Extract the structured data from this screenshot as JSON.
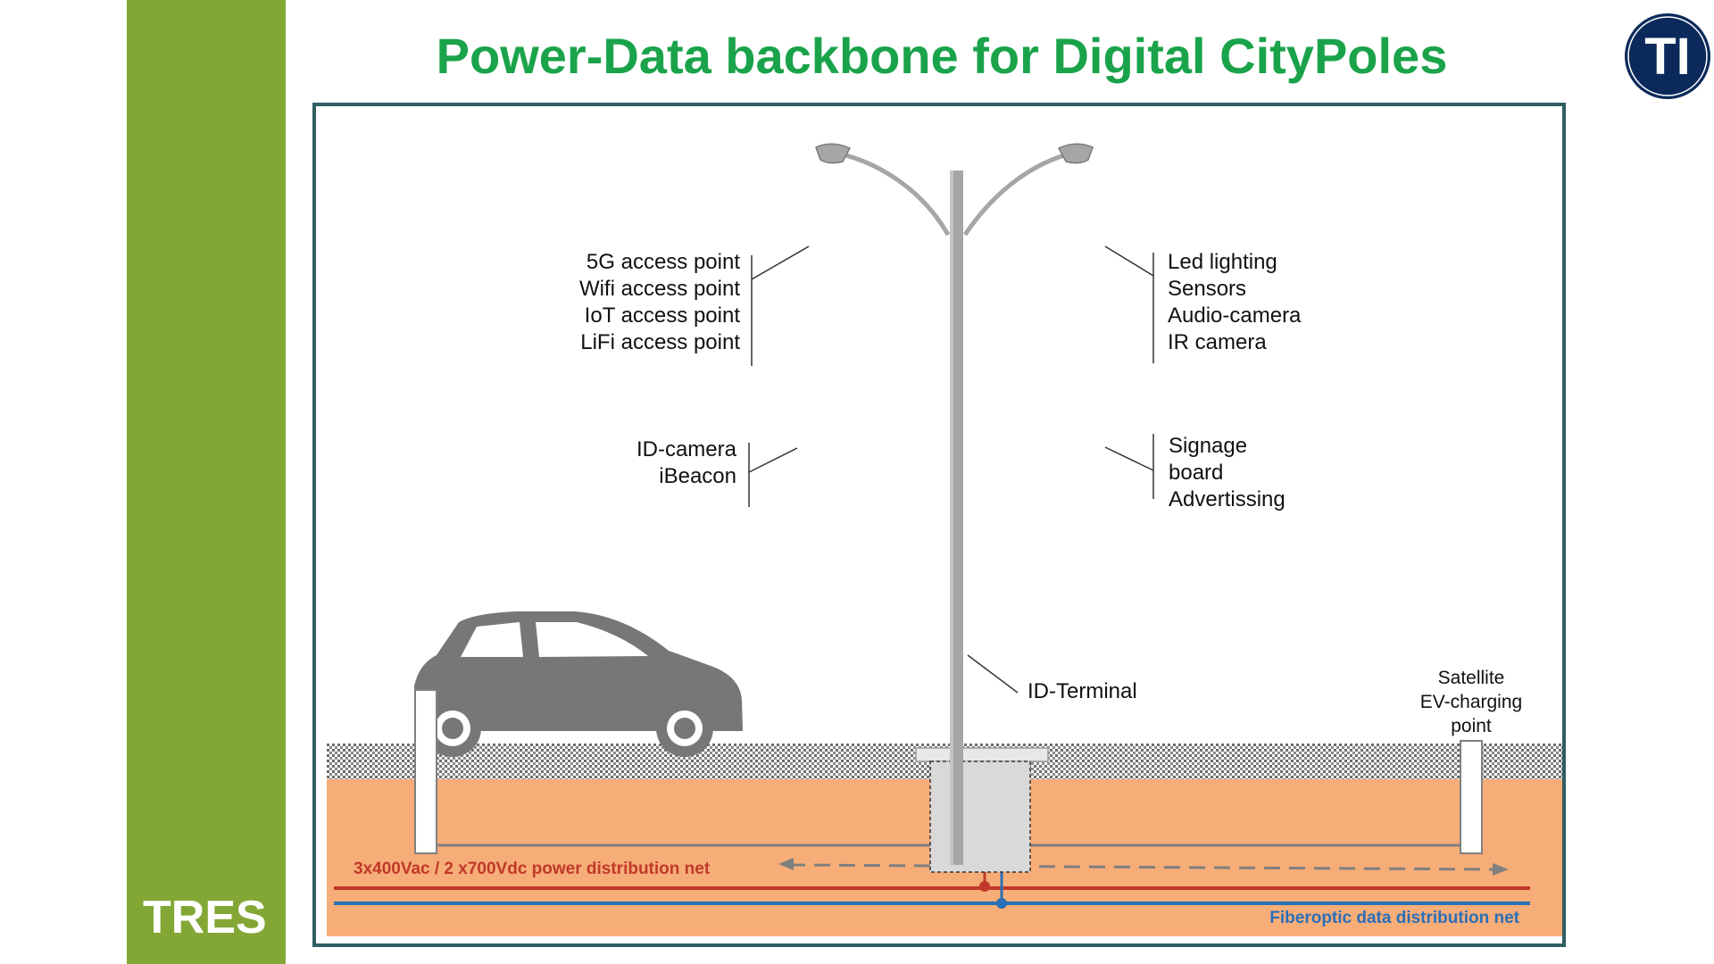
{
  "slide": {
    "title": "Power-Data backbone for Digital CityPoles",
    "sidebar_label": "TRES",
    "logo_text": "TI"
  },
  "colors": {
    "sidebar": "#83a735",
    "title": "#1aa34a",
    "frame": "#2f5e62",
    "soil": "#f7ad77",
    "power_line": "#c0392b",
    "fiber_line": "#2a6fb7",
    "logo": "#0b2a5b"
  },
  "diagram": {
    "left_top_group": [
      "5G access point",
      "Wifi access point",
      "IoT access point",
      "LiFi access point"
    ],
    "left_mid_group": [
      "ID-camera",
      "iBeacon"
    ],
    "right_top_group": [
      "Led lighting",
      "Sensors",
      "Audio-camera",
      "IR camera"
    ],
    "right_mid_group": [
      "Signage",
      "board",
      "Advertissing"
    ],
    "terminal_label": "ID-Terminal",
    "charging_label": [
      "Satellite",
      "EV-charging",
      "point"
    ],
    "power_net_label": "3x400Vac / 2 x700Vdc power distribution net",
    "fiber_net_label": "Fiberoptic data distribution  net"
  },
  "icons": {
    "car": "car-icon",
    "streetlight": "streetlight-pole-icon",
    "charging_post": "charging-post-icon",
    "logo": "ti-logo-icon"
  }
}
